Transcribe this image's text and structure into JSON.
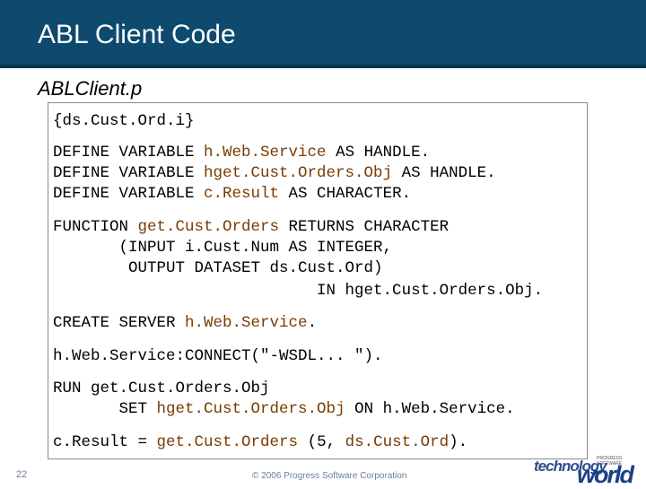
{
  "slide": {
    "title": "ABL Client Code",
    "subtitle": "ABLClient.p",
    "number": "22",
    "copyright": "© 2006 Progress Software Corporation"
  },
  "logo": {
    "text_top": "technology",
    "text_main": "world",
    "text_small": "PROGRESS SOFTWARE"
  },
  "colors": {
    "title_bar": "#0d4a6e",
    "code_highlight": "#7a3b00"
  },
  "code": {
    "line1": "{ds.Cust.Ord.i}",
    "line2": {
      "a": "DEFINE VARIABLE ",
      "b": "h.Web.Service",
      "c": " AS HANDLE."
    },
    "line3": {
      "a": "DEFINE VARIABLE ",
      "b": "hget.Cust.Orders.Obj",
      "c": " AS HANDLE."
    },
    "line4": {
      "a": "DEFINE VARIABLE ",
      "b": "c.Result",
      "c": " AS CHARACTER."
    },
    "line5": {
      "a": "FUNCTION ",
      "b": "get.Cust.Orders",
      "c": " RETURNS CHARACTER"
    },
    "line6": "       (INPUT i.Cust.Num AS INTEGER,",
    "line7": "        OUTPUT DATASET ds.Cust.Ord)",
    "line8": "                            IN hget.Cust.Orders.Obj.",
    "line9": {
      "a": "CREATE SERVER ",
      "b": "h.Web.Service",
      "c": "."
    },
    "line10": "h.Web.Service:CONNECT(\"-WSDL... \").",
    "line11": "RUN get.Cust.Orders.Obj",
    "line12": {
      "a": "       SET ",
      "b": "hget.Cust.Orders.Obj",
      "c": " ON h.Web.Service."
    },
    "line13": {
      "a": "c.Result = ",
      "b": "get.Cust.Orders",
      "c": " (5, ",
      "d": "ds.Cust.Ord",
      "e": ")."
    }
  }
}
